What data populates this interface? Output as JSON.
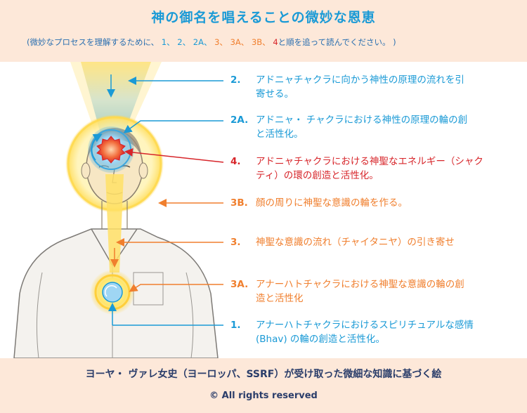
{
  "header": {
    "title": "神の御名を唱えることの微妙な恩恵",
    "subtitle_open": "(微妙なプロセスを理解するために、",
    "step_1": "1、",
    "step_2": "2、",
    "step_2a": "2A、",
    "step_3": "3、",
    "step_3a": "3A、",
    "step_3b": "3B、",
    "step_4": "4",
    "subtitle_close": "と順を追って読んでください。 )"
  },
  "labels": [
    {
      "num": "2.",
      "line1": "アドニャチャクラに向かう神性の原理の流れを引",
      "line2": "寄せる。",
      "color": "#1a9ad6"
    },
    {
      "num": "2A.",
      "line1": "アドニャ・ チャクラにおける神性の原理の輪の創",
      "line2": "と活性化。",
      "color": "#1a9ad6"
    },
    {
      "num": "4.",
      "line1": "アドニャチャクラにおける神聖なエネルギー（シャク",
      "line2": "ティ）の環の創造と活性化。",
      "color": "#d7252a"
    },
    {
      "num": "3B.",
      "line1": "顔の周りに神聖な意識の輪を作る。",
      "line2": "",
      "color": "#f07f2e"
    },
    {
      "num": "3.",
      "line1": "神聖な意識の流れ（チャイタニヤ）の引き寄せ",
      "line2": "",
      "color": "#f07f2e"
    },
    {
      "num": "3A.",
      "line1": "アナーハトチャクラにおける神聖な意識の輪の創",
      "line2": "造と活性化",
      "color": "#f07f2e"
    },
    {
      "num": "1.",
      "line1": "アナーハトチャクラにおけるスピリチュアルな感情",
      "line2": "(Bhav) の輪の創造と活性化。",
      "color": "#1a9ad6"
    }
  ],
  "footer": {
    "credit": "ヨーヤ・ ヴァレ女史（ヨーロッパ、SSRF）が受け取った微細な知識に基づく絵",
    "copyright": "© All rights reserved"
  },
  "colors": {
    "blue": "#1a9ad6",
    "orange": "#f07f2e",
    "red": "#d7252a",
    "band": "#fde8d9"
  }
}
